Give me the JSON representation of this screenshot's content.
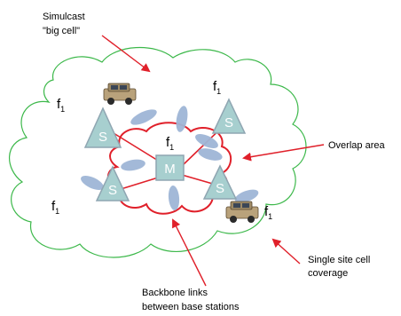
{
  "annotations": {
    "simulcast_line1": "Simulcast",
    "simulcast_line2": "\"big cell\"",
    "overlap": "Overlap area",
    "single_site_line1": "Single site cell",
    "single_site_line2": "coverage",
    "backbone_line1": "Backbone links",
    "backbone_line2": "between base stations"
  },
  "frequency_labels": [
    {
      "main": "f",
      "sub": "1"
    },
    {
      "main": "f",
      "sub": "1"
    },
    {
      "main": "f",
      "sub": "1"
    },
    {
      "main": "f",
      "sub": "1"
    },
    {
      "main": "f",
      "sub": "1"
    }
  ],
  "stations": {
    "master": "M",
    "site": "S"
  },
  "colors": {
    "cloud_outline": "#3cb84a",
    "overlap_outline": "#e0202a",
    "arrow": "#e0202a",
    "node_fill": "#a7cfcf",
    "node_stroke": "#8fa6b2",
    "antenna_lobe": "#9fb6d6"
  }
}
